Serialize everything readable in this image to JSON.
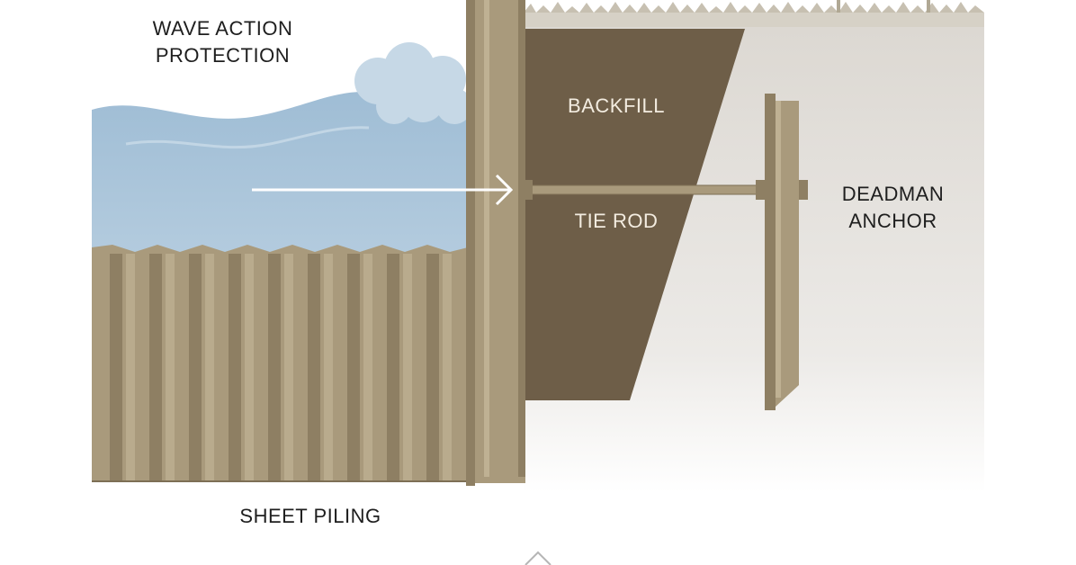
{
  "labels": {
    "wave_action": [
      "WAVE ACTION",
      "PROTECTION"
    ],
    "backfill": "BACKFILL",
    "tie_rod": "TIE ROD",
    "deadman_anchor": [
      "DEADMAN",
      "ANCHOR"
    ],
    "sheet_piling": "SHEET PILING"
  },
  "colors": {
    "water": "#a9c4da",
    "water_light": "#c9dbe8",
    "pile": "#a99a7c",
    "pile_dark": "#8e7f63",
    "backfill": "#6e5e48",
    "soil": "#e8e6e2",
    "label_light": "#f3ece0",
    "label_dark": "#1e1e1e"
  }
}
